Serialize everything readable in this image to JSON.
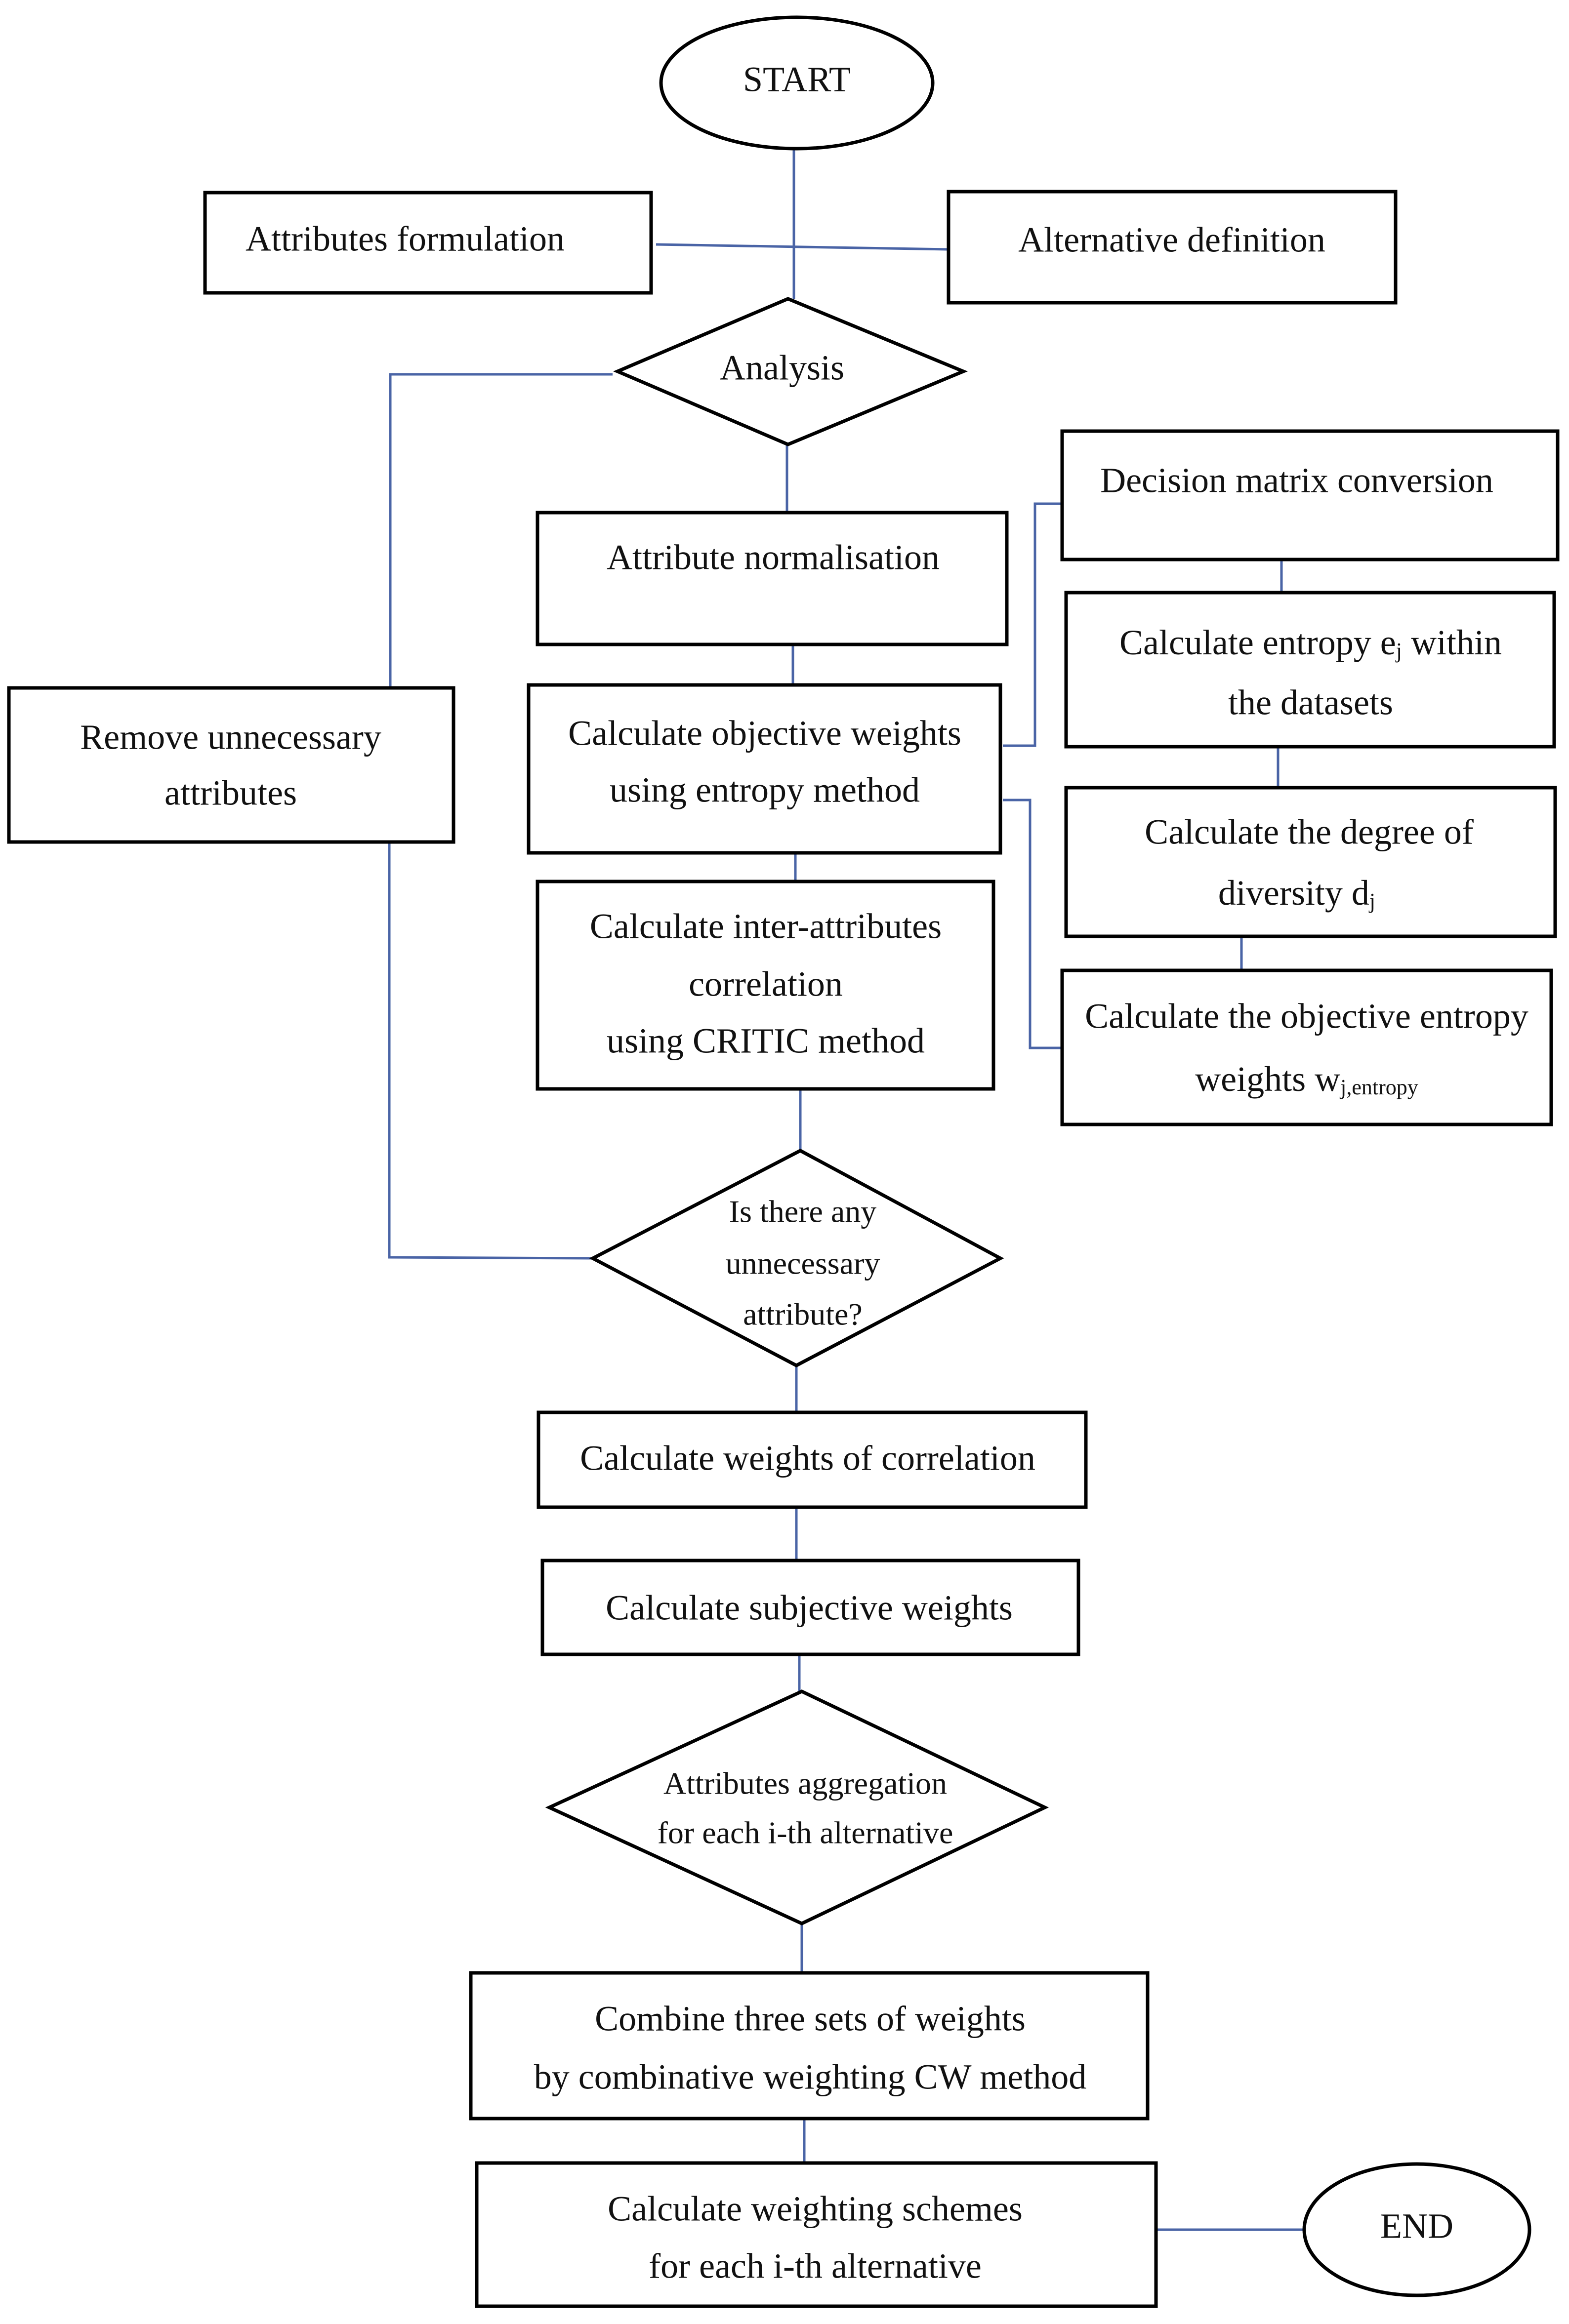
{
  "nodes": {
    "start": "START",
    "attributes_formulation": "Attributes formulation",
    "alternative_definition": "Alternative definition",
    "analysis": "Analysis",
    "attribute_normalisation": "Attribute normalisation",
    "objective_weights": [
      "Calculate objective weights",
      "using entropy method"
    ],
    "decision_matrix": "Decision matrix conversion",
    "entropy": {
      "line1_before": "Calculate entropy e",
      "line1_sub": "j",
      "line1_after": " within",
      "line2": "the datasets"
    },
    "diversity": {
      "line1": "Calculate the degree of",
      "line2_before": "diversity d",
      "line2_sub": "j"
    },
    "objective_entropy": {
      "line1": "Calculate the objective entropy",
      "line2_before": "weights w",
      "line2_sub": "j,entropy"
    },
    "remove_attributes": [
      "Remove unnecessary",
      "attributes"
    ],
    "inter_attributes": [
      "Calculate inter-attributes",
      "correlation",
      "using CRITIC method"
    ],
    "unnecessary_question": [
      "Is there any",
      "unnecessary",
      "attribute?"
    ],
    "weights_correlation": "Calculate weights of correlation",
    "subjective_weights": "Calculate subjective weights",
    "aggregation": [
      "Attributes aggregation",
      "for each i-th alternative"
    ],
    "combine": [
      "Combine three sets of weights",
      "by combinative weighting CW method"
    ],
    "schemes": [
      "Calculate weighting schemes",
      "for each i-th alternative"
    ],
    "end": "END"
  },
  "colors": {
    "connector": "#4a64a6",
    "node_stroke": "#000000",
    "text": "#111111",
    "background": "#ffffff"
  }
}
